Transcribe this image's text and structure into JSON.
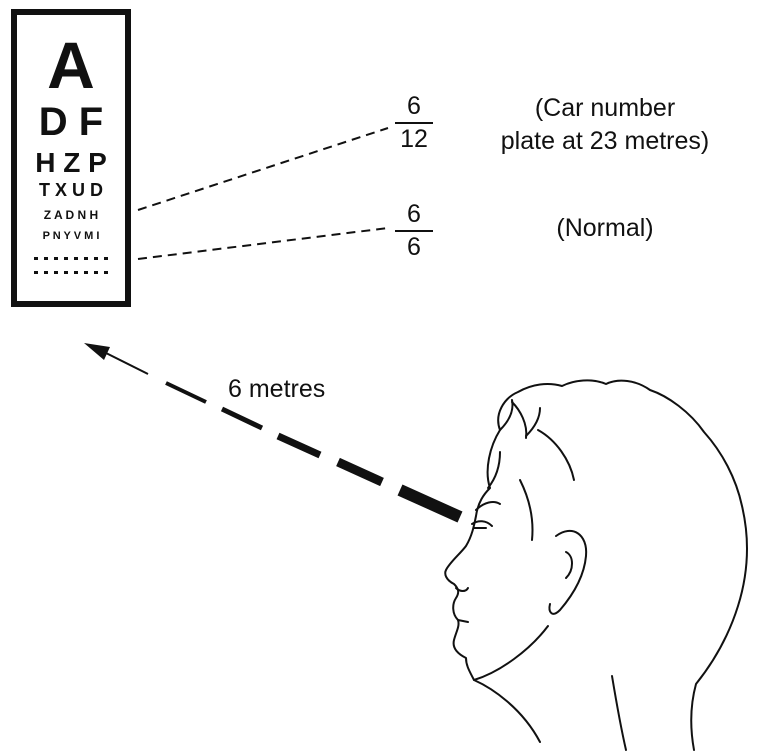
{
  "eye_chart": {
    "rows": [
      {
        "text": "A"
      },
      {
        "text": "D F"
      },
      {
        "text": "H Z P"
      },
      {
        "text": "T X U D"
      },
      {
        "text": "Z A D N H"
      },
      {
        "text": "P N Y V M I"
      }
    ],
    "dot_rows": 2
  },
  "acuity_lines": [
    {
      "numerator": "6",
      "denominator": "12",
      "note_line1": "(Car number",
      "note_line2": "plate at 23 metres)"
    },
    {
      "numerator": "6",
      "denominator": "6",
      "note_line1": "(Normal)",
      "note_line2": ""
    }
  ],
  "distance_label": "6 metres",
  "colors": {
    "ink": "#111111",
    "background": "#ffffff"
  }
}
